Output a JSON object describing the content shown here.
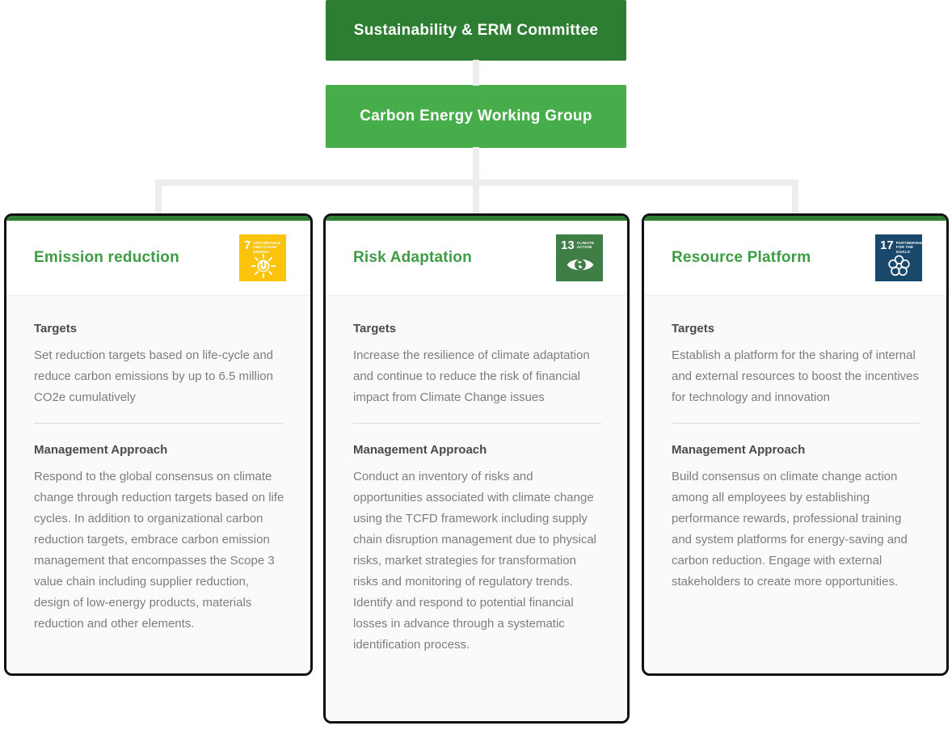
{
  "org": {
    "committee": "Sustainability & ERM Committee",
    "working_group": "Carbon Energy Working Group"
  },
  "colors": {
    "committee_bg": "#2d7d32",
    "working_group_bg": "#46ad4a",
    "card_title_green": "#3e9c44",
    "connector": "#ededed",
    "sdg7": "#fcc30b",
    "sdg13": "#3f7e44",
    "sdg17": "#19486a"
  },
  "cards": [
    {
      "title": "Emission reduction",
      "sdg_number": "7",
      "sdg_label": "AFFORDABLE AND CLEAN ENERGY",
      "sdg_color": "#fcc30b",
      "targets_heading": "Targets",
      "targets_text": "Set reduction targets based on life-cycle and reduce carbon emissions by up to 6.5 million CO2e cumulatively",
      "management_heading": "Management Approach",
      "management_text": "Respond to the global consensus on climate change through reduction targets based on life cycles. In addition to organizational carbon reduction targets, embrace carbon emission management that encompasses the Scope 3 value chain including supplier reduction, design of low-energy products, materials reduction and other elements."
    },
    {
      "title": "Risk Adaptation",
      "sdg_number": "13",
      "sdg_label": "CLIMATE ACTION",
      "sdg_color": "#3f7e44",
      "targets_heading": "Targets",
      "targets_text": "Increase the resilience of climate adaptation and continue to reduce the risk of financial impact from Climate Change issues",
      "management_heading": "Management Approach",
      "management_text": "Conduct an inventory of risks and opportunities associated with climate change using the TCFD framework including supply chain disruption management due to physical risks, market strategies for transformation risks and monitoring of regulatory trends. Identify and respond to potential financial losses in advance through a systematic identification process."
    },
    {
      "title": "Resource Platform",
      "sdg_number": "17",
      "sdg_label": "PARTNERSHIPS FOR THE GOALS",
      "sdg_color": "#19486a",
      "targets_heading": "Targets",
      "targets_text": "Establish a platform for the sharing of internal and external resources to boost the incentives for technology and innovation",
      "management_heading": "Management Approach",
      "management_text": "Build consensus on climate change action among all employees by establishing performance rewards, professional training and system platforms for energy-saving and carbon reduction. Engage with external stakeholders to create more opportunities."
    }
  ]
}
